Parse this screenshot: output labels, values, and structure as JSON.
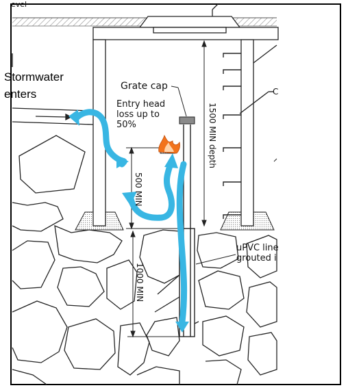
{
  "labels": {
    "top_left_fragment": "evel",
    "stormwater_line1": "Stormwater",
    "stormwater_line2": "enters",
    "grate_cap": "Grate cap",
    "entry_head_line1": "Entry head",
    "entry_head_line2": "loss up to",
    "entry_head_line3": "50%",
    "depth_1500": "1500 MIN depth",
    "dim_500": "500 MIN",
    "dim_1000": "1000 MIN",
    "upvc_line1": "uPVC line",
    "upvc_line2": "grouted i",
    "right_cut_label": "C"
  },
  "colors": {
    "flow_arrow": "#38b6e3",
    "flame": "#f2731c",
    "line": "#222222",
    "ground_hatch": "#9a9a9a",
    "cap": "#8a8a8a"
  },
  "icons": {
    "flow": "stormwater-flow-arrow-icon",
    "loss": "head-loss-flame-icon"
  }
}
